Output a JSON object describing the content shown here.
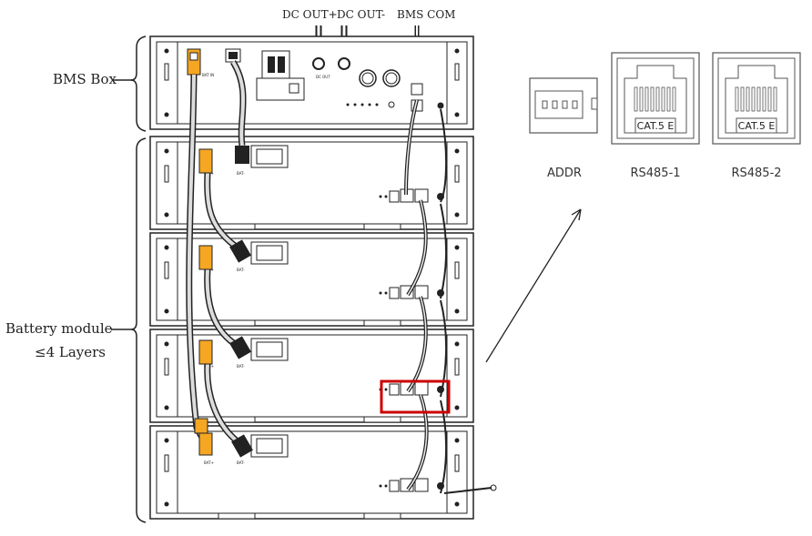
{
  "labels": {
    "bms_box": "BMS Box",
    "battery_module": "Battery module",
    "layers": "≤4 Layers",
    "dc_out_pos": "DC OUT+",
    "dc_out_neg": "DC OUT-",
    "bms_com": "BMS COM"
  },
  "ports": [
    {
      "label": "ADDR"
    },
    {
      "label": "RS485-1",
      "jack_text": "CAT.5 E"
    },
    {
      "label": "RS485-2",
      "jack_text": "CAT.5 E"
    }
  ],
  "terminals": {
    "bat_pos": "BAT+",
    "bat_neg": "BAT-",
    "bat_in": "BAT IN",
    "dc_out": "DC OUT"
  },
  "colors": {
    "cable_orange": "#f5a623",
    "highlight": "#cc0000",
    "line": "#222222"
  }
}
